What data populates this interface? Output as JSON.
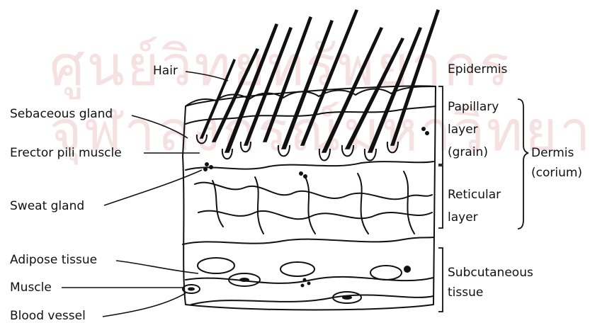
{
  "watermark": {
    "line1": "ศูนย์วิทยทรัพยากร",
    "line2": "จุฬาลงกรณ์มหาวิทยาลัย"
  },
  "left_labels": {
    "hair": "Hair",
    "sebaceous_gland": "Sebaceous gland",
    "erector_pili_muscle": "Erector pili muscle",
    "sweat_gland": "Sweat gland",
    "adipose_tissue": "Adipose tissue",
    "muscle": "Muscle",
    "blood_vessel": "Blood vessel"
  },
  "right_labels": {
    "epidermis": "Epidermis",
    "papillary_layer_1": "Papillary",
    "papillary_layer_2": "layer",
    "papillary_layer_3": "(grain)",
    "reticular_layer_1": "Reticular",
    "reticular_layer_2": "layer",
    "dermis_1": "Dermis",
    "dermis_2": "(corium)",
    "subcutaneous_1": "Subcutaneous",
    "subcutaneous_2": "tissue"
  },
  "colors": {
    "ink": "#111111",
    "watermark": "#f4dede"
  }
}
